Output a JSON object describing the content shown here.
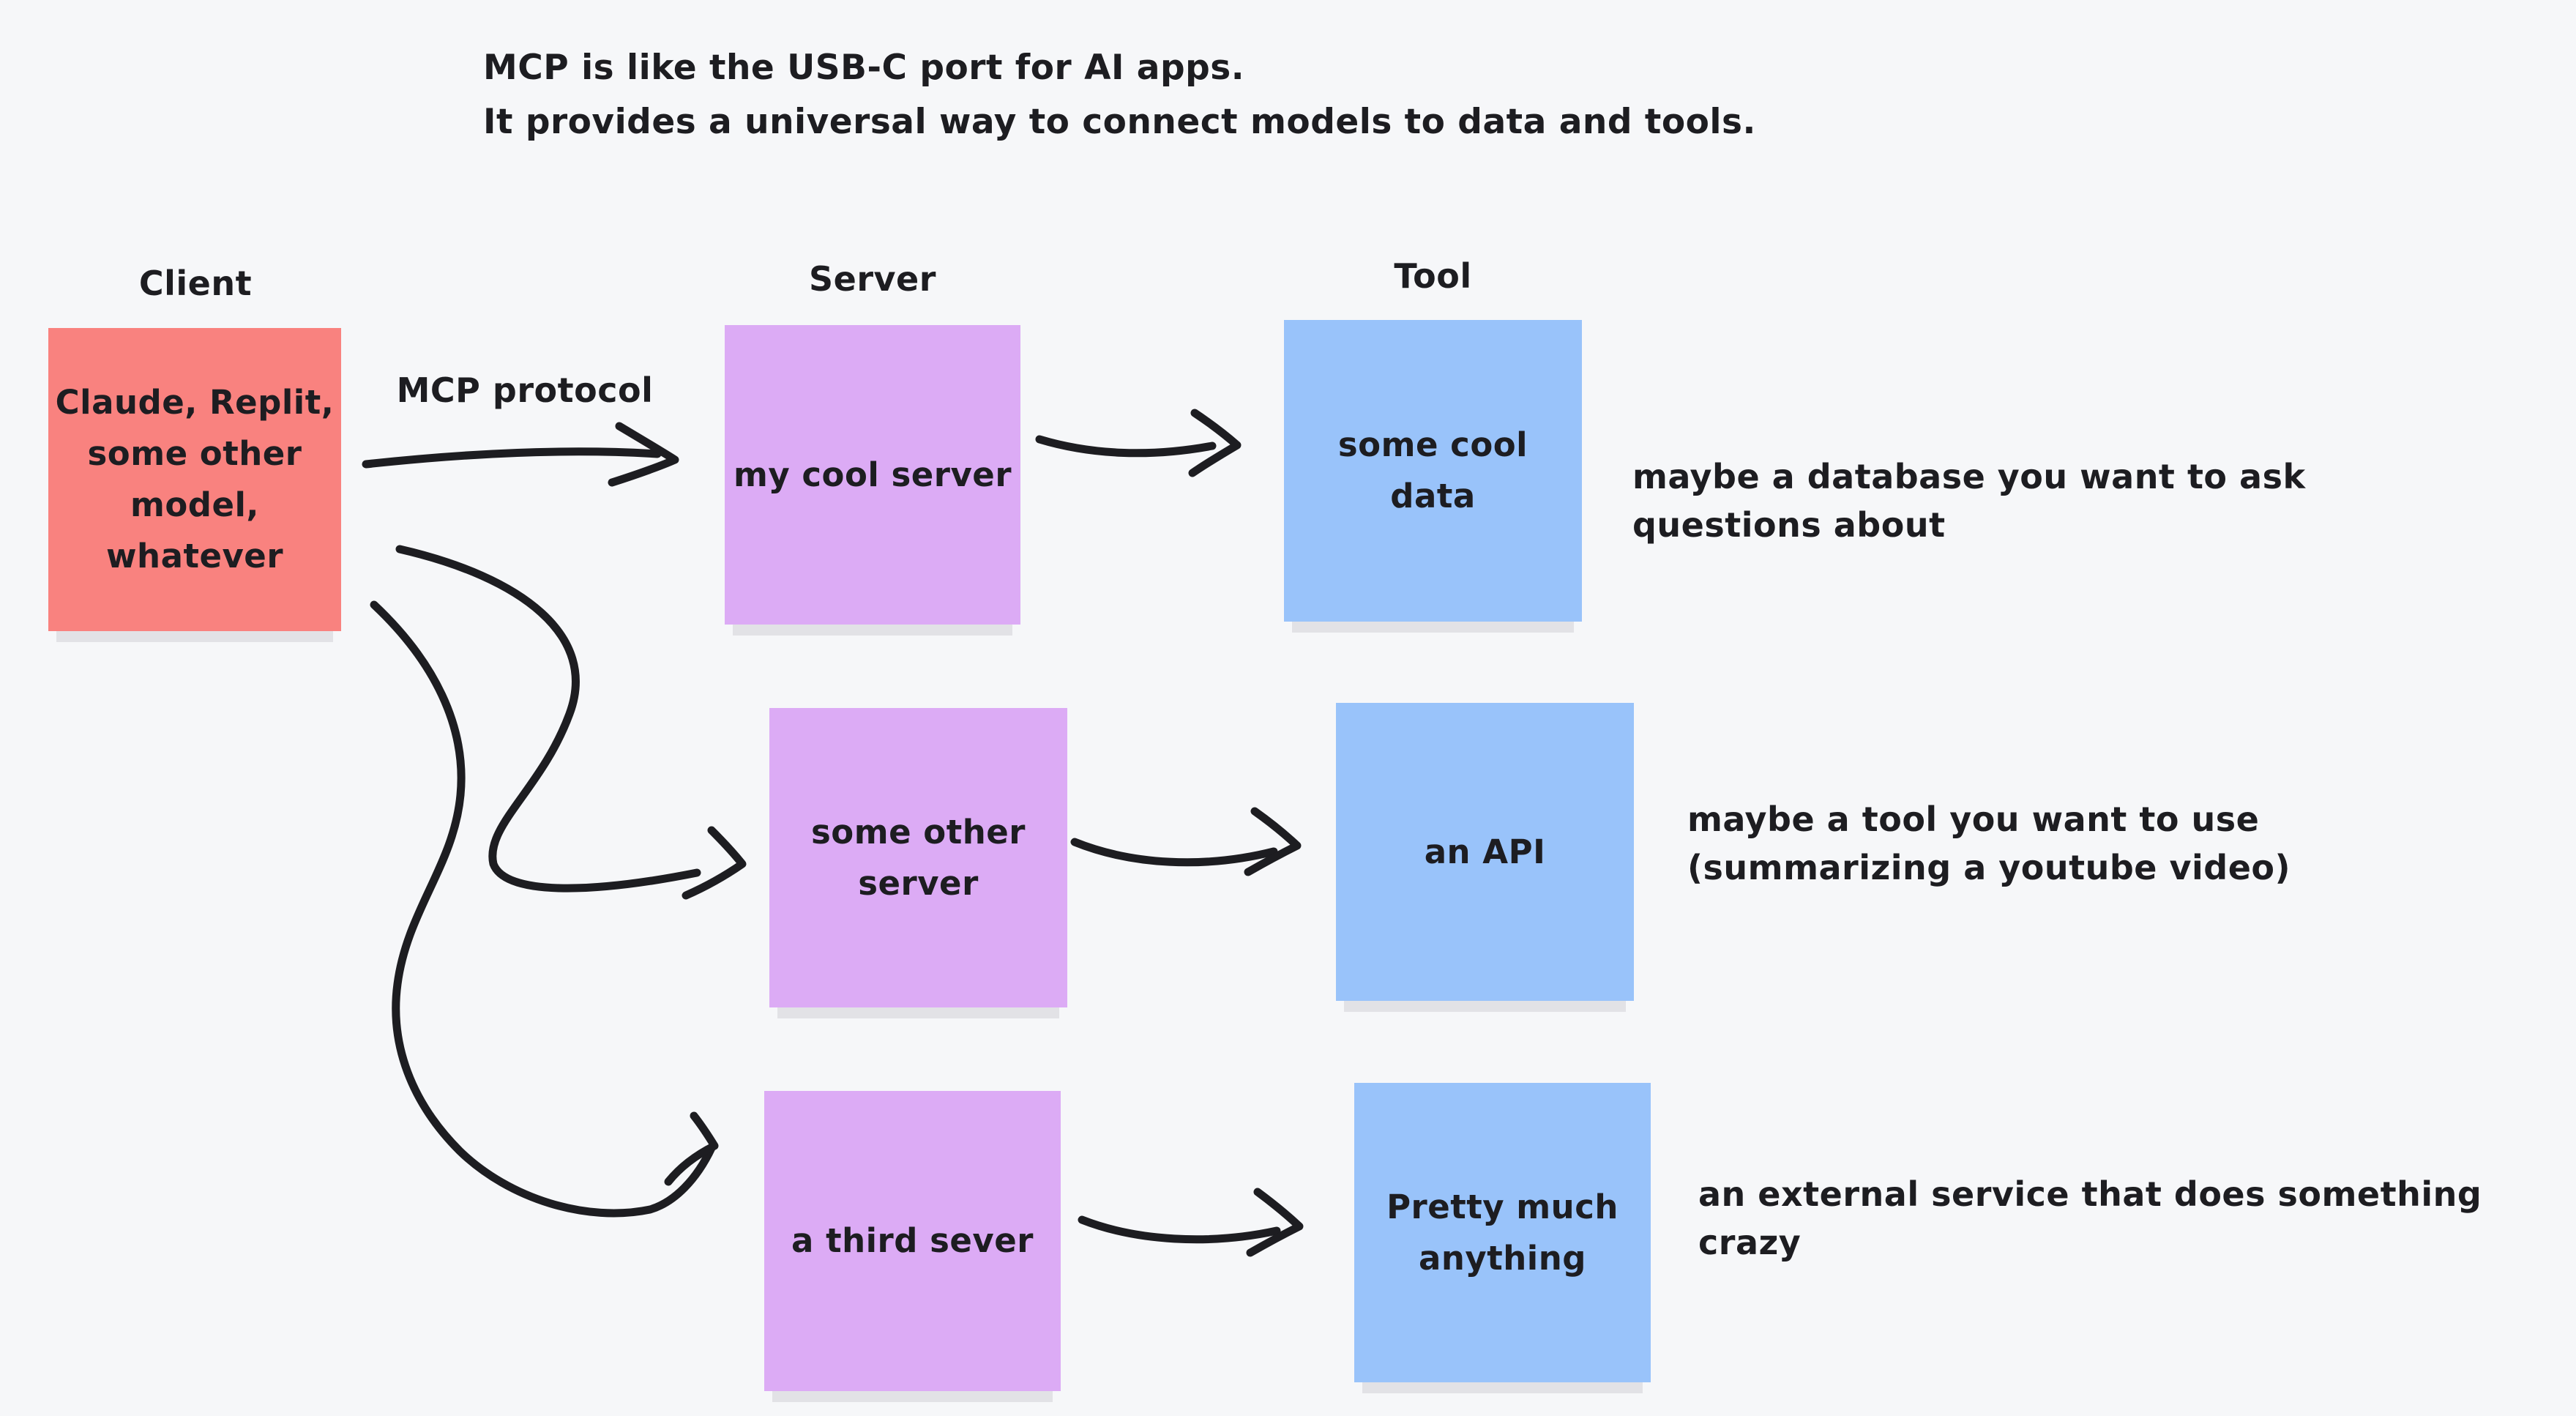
{
  "title": {
    "line1": "MCP is like the USB-C port for AI apps.",
    "line2": "It provides a universal way to connect models to data and tools."
  },
  "column_labels": {
    "client": "Client",
    "server": "Server",
    "tool": "Tool"
  },
  "client_note": {
    "text": "Claude, Replit,\nsome other\nmodel,\nwhatever"
  },
  "protocol_label": "MCP protocol",
  "rows": [
    {
      "server_note": "my cool server",
      "tool_note": "some cool\ndata",
      "annotation": "maybe a database you want to ask\nquestions about"
    },
    {
      "server_note": "some other\nserver",
      "tool_note": "an API",
      "annotation": "maybe a tool you want to use\n(summarizing a youtube video)"
    },
    {
      "server_note": "a third sever",
      "tool_note": "Pretty much\nanything",
      "annotation": "an external service that does something crazy"
    }
  ],
  "colors": {
    "background": "#f6f7f9",
    "client_note": "#f9827f",
    "server_note": "#dcabf5",
    "tool_note": "#99c3fa",
    "ink": "#1d1d21",
    "shadow": "#e2e2e6"
  }
}
